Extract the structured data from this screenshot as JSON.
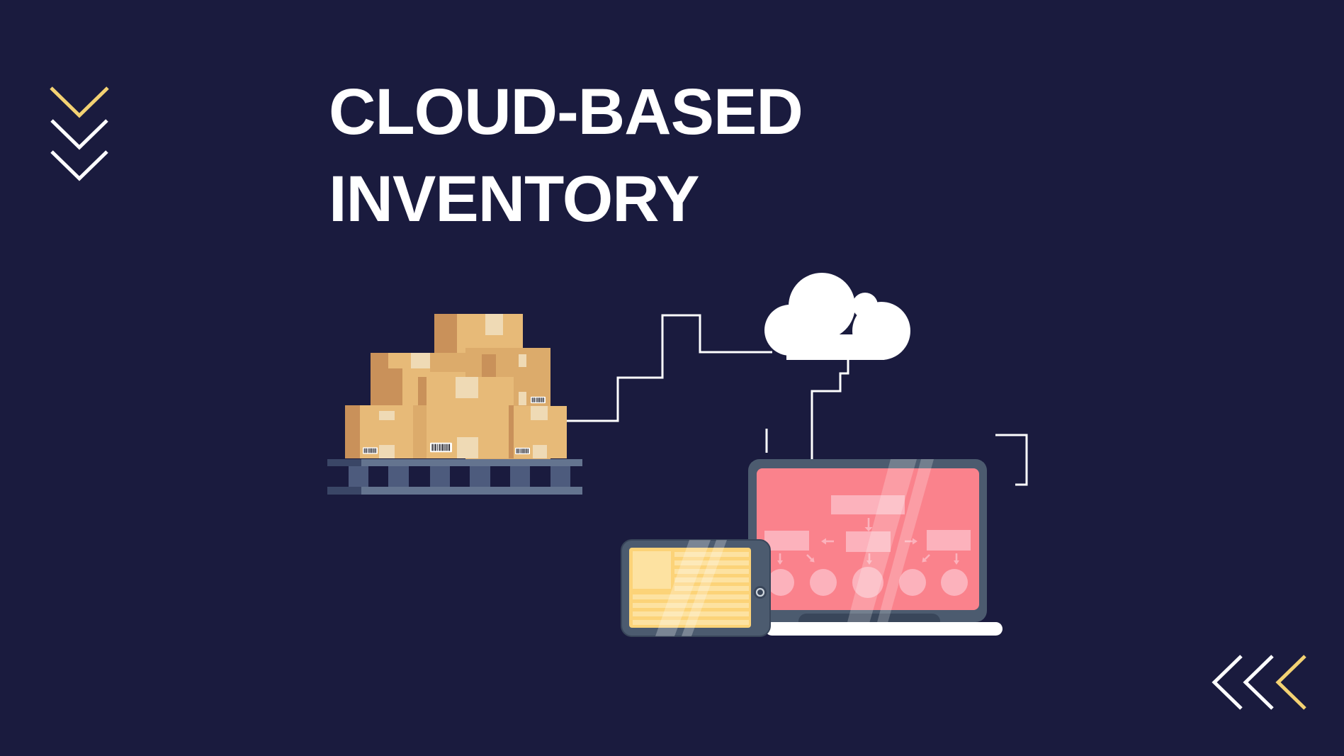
{
  "slide": {
    "title_line1": "CLOUD-BASED",
    "title_line2": "INVENTORY"
  },
  "icons": {
    "chevrons_down_top_left": "three stacked down-chevrons, first yellow then two white",
    "chevrons_left_bottom_right": "three left-chevrons, two white then one yellow",
    "cloud": "white cloud silhouette",
    "boxes_pallet": "stacked cardboard boxes with barcode labels on a blue pallet",
    "laptop": "laptop with flowchart diagram on pink screen",
    "tablet": "tablet with document lines on yellow screen",
    "bracket": "white right-angle bracket line",
    "connector_lines": "thin white stepped zigzag connector lines"
  },
  "colors": {
    "background": "#1a1b3e",
    "title_text": "#ffffff",
    "accent_yellow": "#f3d273",
    "line_white": "#ffffff",
    "cloud_white": "#ffffff",
    "box_tan": "#e7ba78",
    "box_tan_dark": "#c9915a",
    "box_tan_mid": "#dcab6b",
    "box_tan_light": "#efdab5",
    "pallet_light": "#64748f",
    "pallet_leg": "#4d5b7d",
    "pallet_dark": "#3a4666",
    "device_frame": "#4c5b6f",
    "device_frame_dark": "#39465a",
    "screen_pink": "#fa828c",
    "flow_pink": "#fcb2bc",
    "tablet_yellow": "#fcd378",
    "tablet_content": "#fde2a1",
    "base_white": "#ffffff",
    "barcode_ink": "#2b2b33"
  }
}
